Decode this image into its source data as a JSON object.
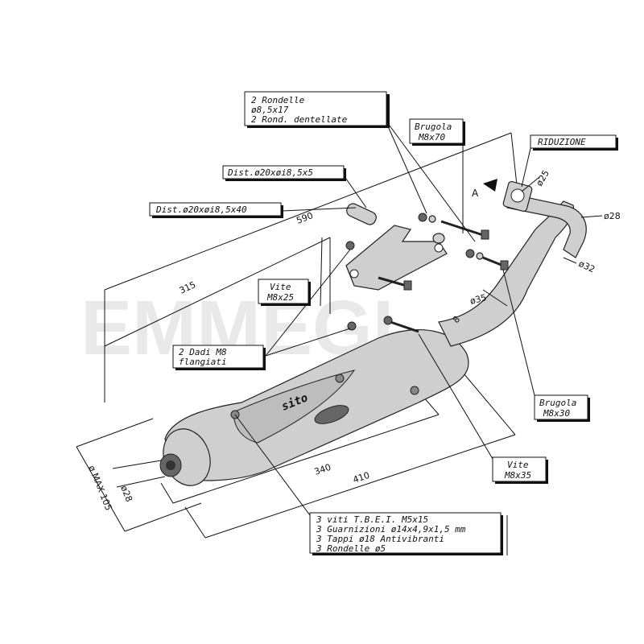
{
  "watermark": "EMMEGI",
  "brand_logo": "sito",
  "callouts": {
    "rondelle": [
      "2  Rondelle",
      "ø8,5x17",
      "2  Rond.  dentellate"
    ],
    "brugola_70": [
      "Brugola",
      "M8x70"
    ],
    "riduzione": "RIDUZIONE",
    "dist_5": "Dist.ø20xøi8,5x5",
    "dist_40": "Dist.ø20xøi8,5x40",
    "vite_25": [
      "Vite",
      "M8x25"
    ],
    "dadi": [
      "2  Dadi  M8",
      "flangiati"
    ],
    "brugola_30": [
      "Brugola",
      "M8x30"
    ],
    "vite_35": [
      "Vite",
      "M8x35"
    ],
    "kit": [
      "3  viti  T.B.E.I.  M5x15",
      "3  Guarnizioni  ø14x4,9x1,5  mm",
      "3  Tappi  ø18  Antivibranti",
      "3  Rondelle  ø5"
    ]
  },
  "dimensions": {
    "d590": "590",
    "d315": "315",
    "d340": "340",
    "d410": "410",
    "dmax": "ø  MAX  105",
    "d28_out": "ø28",
    "d25": "ø25",
    "d28": "ø28",
    "d32": "ø32",
    "d35": "ø35",
    "d8": "8",
    "view_a": "A"
  }
}
